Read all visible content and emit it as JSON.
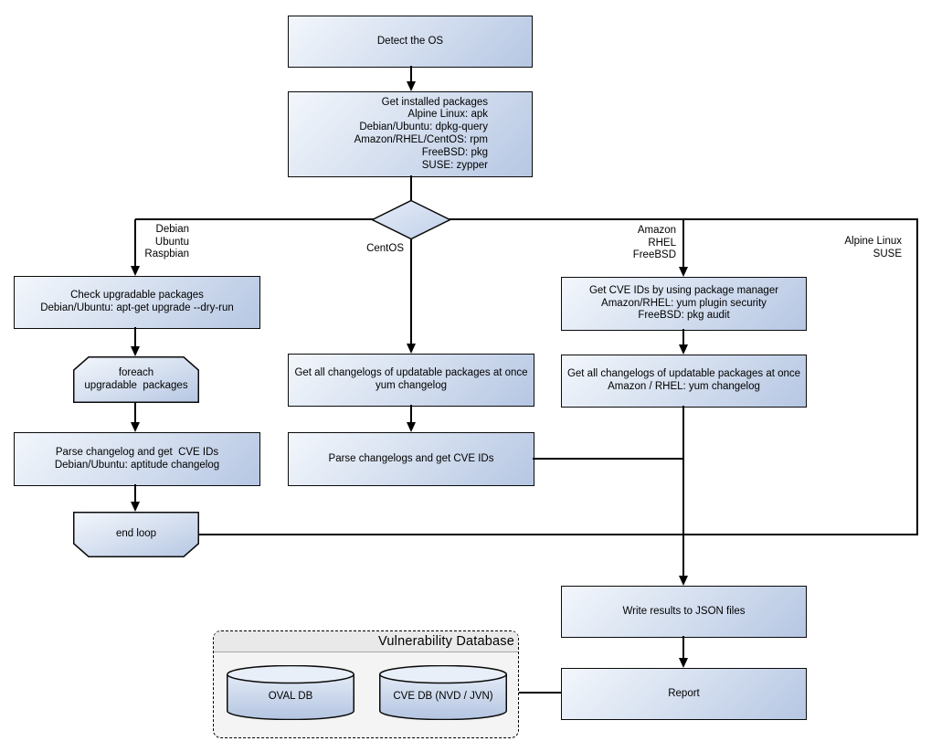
{
  "nodes": {
    "detect_os": {
      "text": "Detect the OS"
    },
    "get_installed_packages": {
      "text": "Get installed packages\nAlpine Linux: apk\nDebian/Ubuntu: dpkg-query\nAmazon/RHEL/CentOS: rpm\nFreeBSD: pkg\nSUSE: zypper"
    },
    "check_upgradable": {
      "text": "Check upgradable packages\nDebian/Ubuntu: apt-get upgrade --dry-run"
    },
    "foreach_loop": {
      "text": "foreach\nupgradable  packages"
    },
    "parse_changelog_debian": {
      "text": "Parse changelog and get  CVE IDs\nDebian/Ubuntu: aptitude changelog"
    },
    "end_loop": {
      "text": "end loop"
    },
    "get_changelogs_centos": {
      "text": "Get all changelogs of updatable packages at once\nyum changelog"
    },
    "parse_changelogs_centos": {
      "text": "Parse changelogs and get CVE IDs"
    },
    "get_cve_ids_pkg_manager": {
      "text": "Get CVE IDs by using package manager\nAmazon/RHEL: yum plugin security\nFreeBSD: pkg audit"
    },
    "get_changelogs_amazon": {
      "text": "Get all changelogs of updatable packages at once\nAmazon / RHEL: yum changelog"
    },
    "write_json": {
      "text": "Write results to JSON files"
    },
    "report": {
      "text": "Report"
    }
  },
  "branch_labels": {
    "debian": "Debian\nUbuntu\nRaspbian",
    "centos": "CentOS",
    "amazon": "Amazon\nRHEL\nFreeBSD",
    "alpine": "Alpine Linux\nSUSE"
  },
  "database": {
    "title": "Vulnerability Database",
    "oval_db": "OVAL DB",
    "cve_db": "CVE DB (NVD / JVN)"
  },
  "colors": {
    "node_fill_light": "#f3f7fc",
    "node_fill_dark": "#b6c7e3",
    "node_border": "#0a0a0a",
    "connector": "#000000",
    "container_fill": "#f4f4f4",
    "container_band": "#e9e9e9"
  }
}
